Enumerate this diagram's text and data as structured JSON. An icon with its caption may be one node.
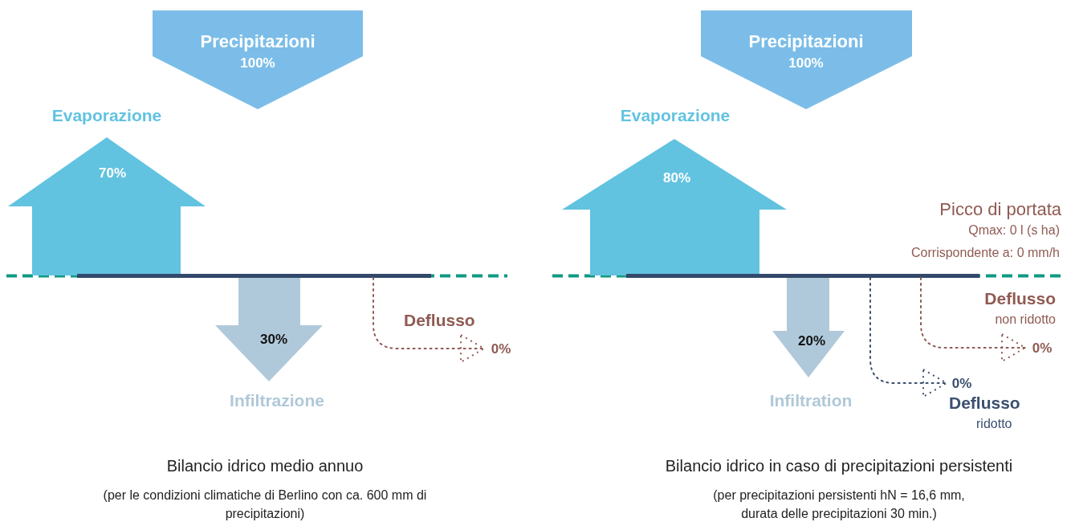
{
  "diagram": {
    "nodes": [
      {
        "text": [
          "Precipitazioni",
          "100%"
        ]
      },
      {
        "text": [
          "Evaporazione",
          "70%"
        ]
      },
      {
        "text": [],
        "shape": "bar"
      },
      {
        "text": [
          "30%",
          "Infiltrazione"
        ]
      },
      {
        "text": [
          "0%"
        ],
        "beside": [
          "Deflusso"
        ]
      },
      {
        "text": [
          "Precipitazioni",
          "100%"
        ]
      },
      {
        "text": [
          "Evaporazione",
          "80%"
        ]
      },
      {
        "text": [],
        "shape": "bar"
      },
      {
        "text": [
          "20%",
          "Infiltration"
        ]
      },
      {
        "text": [
          "0%"
        ],
        "beside": [
          "Deflusso",
          "non ridotto"
        ]
      },
      {
        "text": [
          "0%"
        ],
        "beside": [
          "Deflusso",
          "ridotto"
        ]
      }
    ],
    "edges": [
      {
        "from": 2,
        "to": 4,
        "arrow": "to",
        "style": "dashed",
        "color": "#8f5a52"
      },
      {
        "from": 7,
        "to": 9,
        "arrow": "to",
        "style": "dashed",
        "color": "#8f5a52"
      },
      {
        "from": 7,
        "to": 10,
        "arrow": "to",
        "style": "dashed",
        "color": "#3a4e6e"
      }
    ],
    "labels": [
      "Picco di portata",
      "Qmax: 0 l (s ha)",
      "Corrispondente a: 0 mm/h",
      "Bilancio idrico medio annuo",
      "(per le condizioni climatiche di Berlino con ca. 600 mm di precipitazioni)",
      "Bilancio idrico in caso di precipitazioni persistenti",
      "(per precipitazioni persistenti hN = 16,6 mm, durata delle precipitazioni 30 min.)"
    ]
  }
}
